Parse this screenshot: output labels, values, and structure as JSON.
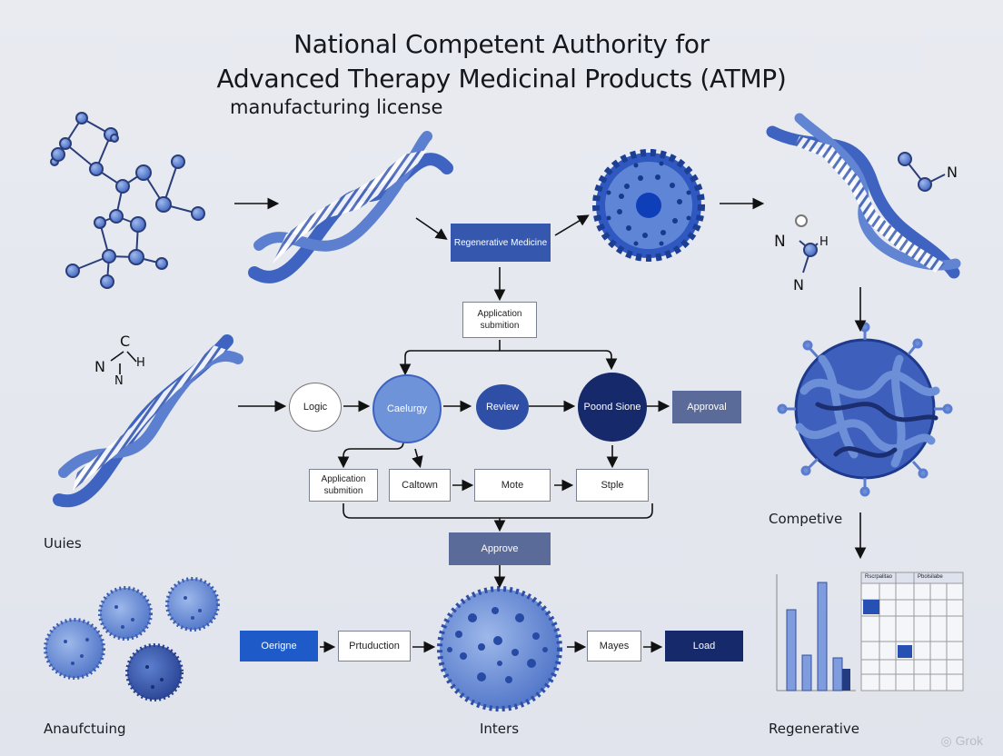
{
  "title": {
    "line1": "National Competent Authority for",
    "line2": "Advanced Therapy Medicinal Products (ATMP)",
    "subtitle": "manufacturing license"
  },
  "flow": {
    "regenerative_medicine": "Regenerative Medicine",
    "application_submission_top": "Application submition",
    "logic": "Logic",
    "category": "Caelurgy",
    "review": "Review",
    "board_stone": "Poond Sione",
    "approval": "Approval",
    "application_submission_mid": "Application submition",
    "caltown": "Caltown",
    "mote": "Mote",
    "stple": "Stple",
    "approve": "Approve",
    "origin": "Oerigne",
    "production": "Prtuduction",
    "mayes": "Mayes",
    "load": "Load"
  },
  "labels": {
    "uuies": "Uuies",
    "anaufctuing": "Anaufctuing",
    "inters": "Inters",
    "competive": "Competive",
    "regenerative": "Regenerative"
  },
  "chem": {
    "left_c": "C",
    "left_n1": "N",
    "left_h": "H",
    "left_n2": "N",
    "right_n_top": "N",
    "right_n_mid": "N",
    "right_h": "H",
    "right_n_bot": "N"
  },
  "mini_table": {
    "headers": [
      "Rscrpalitao",
      "Pbolsilabe"
    ]
  },
  "watermark": "Grok",
  "colors": {
    "navy": "#15296b",
    "blue": "#3558ae",
    "bright_blue": "#1e5bc9",
    "slate": "#5a6b9a",
    "light_blue": "#6f93d8"
  }
}
